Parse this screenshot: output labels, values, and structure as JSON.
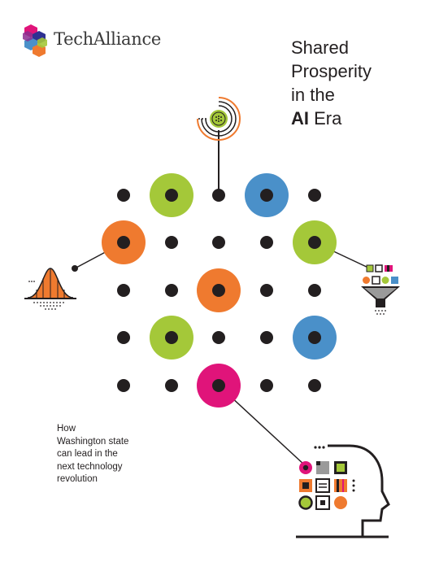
{
  "brand": {
    "name": "TechAlliance"
  },
  "cover": {
    "title_lines": [
      "Shared",
      "Prosperity",
      "in the"
    ],
    "title_last_bold": "AI",
    "title_last_rest": " Era",
    "subtitle_lines": [
      "How",
      "Washington state",
      "can lead in the",
      "next technology",
      "revolution"
    ]
  },
  "colors": {
    "green": "#a4c839",
    "blue": "#4a90c9",
    "orange": "#ef7a2f",
    "magenta": "#e0147a",
    "dark": "#231f20"
  },
  "icons": {
    "top": "radar-icon",
    "left": "bell-curve-icon",
    "right": "funnel-icon",
    "bottom": "robot-head-icon"
  }
}
